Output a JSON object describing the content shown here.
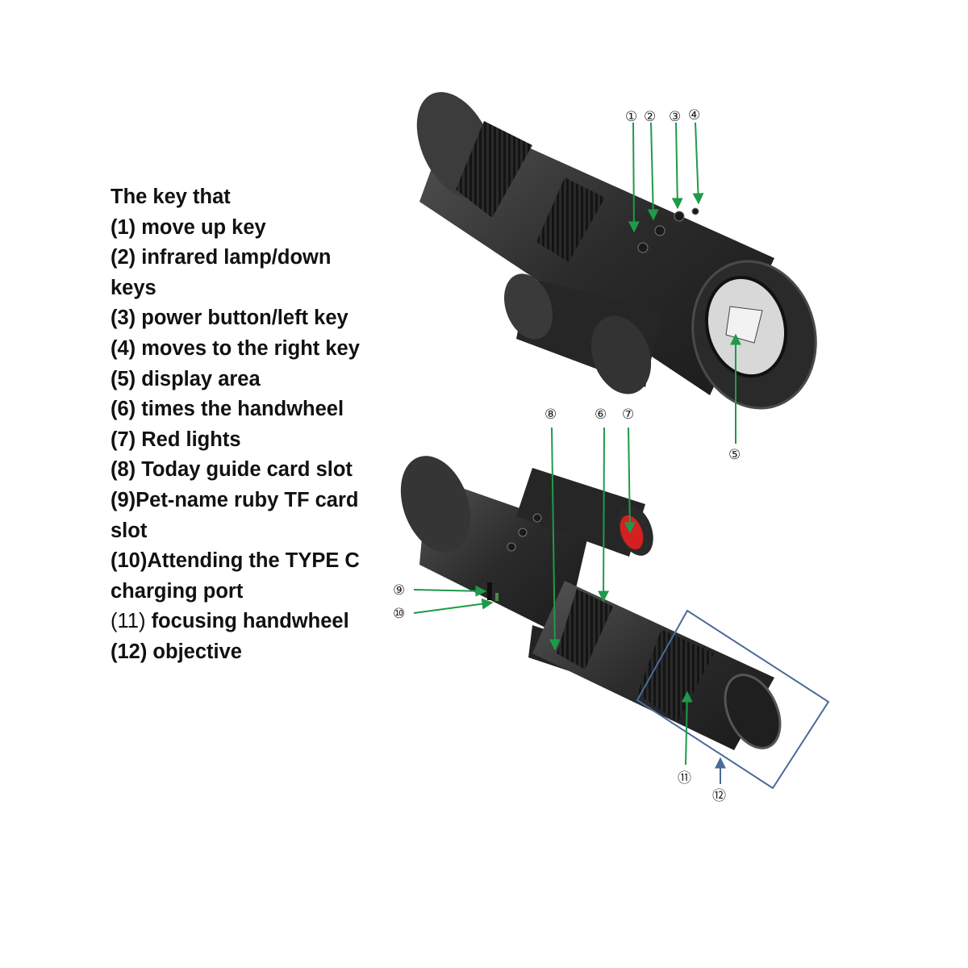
{
  "legend": {
    "title": "The key that",
    "items": [
      {
        "id": "1",
        "lines": [
          "(1) move up key"
        ]
      },
      {
        "id": "2",
        "lines": [
          "(2) infrared lamp/down",
          "keys"
        ]
      },
      {
        "id": "3",
        "lines": [
          "(3) power button/left key"
        ]
      },
      {
        "id": "4",
        "lines": [
          "(4) moves to the right key"
        ]
      },
      {
        "id": "5",
        "lines": [
          "(5) display area"
        ]
      },
      {
        "id": "6",
        "lines": [
          "(6) times the handwheel"
        ]
      },
      {
        "id": "7",
        "lines": [
          "(7) Red lights"
        ]
      },
      {
        "id": "8",
        "lines": [
          "(8) Today guide card slot"
        ]
      },
      {
        "id": "9",
        "lines": [
          "(9)Pet-name ruby TF card",
          "slot"
        ]
      },
      {
        "id": "10",
        "lines": [
          "(10)Attending the TYPE C",
          "charging port"
        ]
      },
      {
        "id": "11",
        "prefix": "(11)",
        "text": "focusing handwheel"
      },
      {
        "id": "12",
        "lines": [
          "(12) objective"
        ]
      }
    ]
  },
  "callouts": {
    "c1": "①",
    "c2": "②",
    "c3": "③",
    "c4": "④",
    "c5": "⑤",
    "c6": "⑥",
    "c7": "⑦",
    "c8": "⑧",
    "c9": "⑨",
    "c10": "⑩",
    "c11": "⑪",
    "c12": "⑫"
  },
  "colors": {
    "arrow": "#1f9a4a",
    "objective_box": "#4a6a9a",
    "body": "#3a3a3a",
    "red_light": "#d42020"
  }
}
